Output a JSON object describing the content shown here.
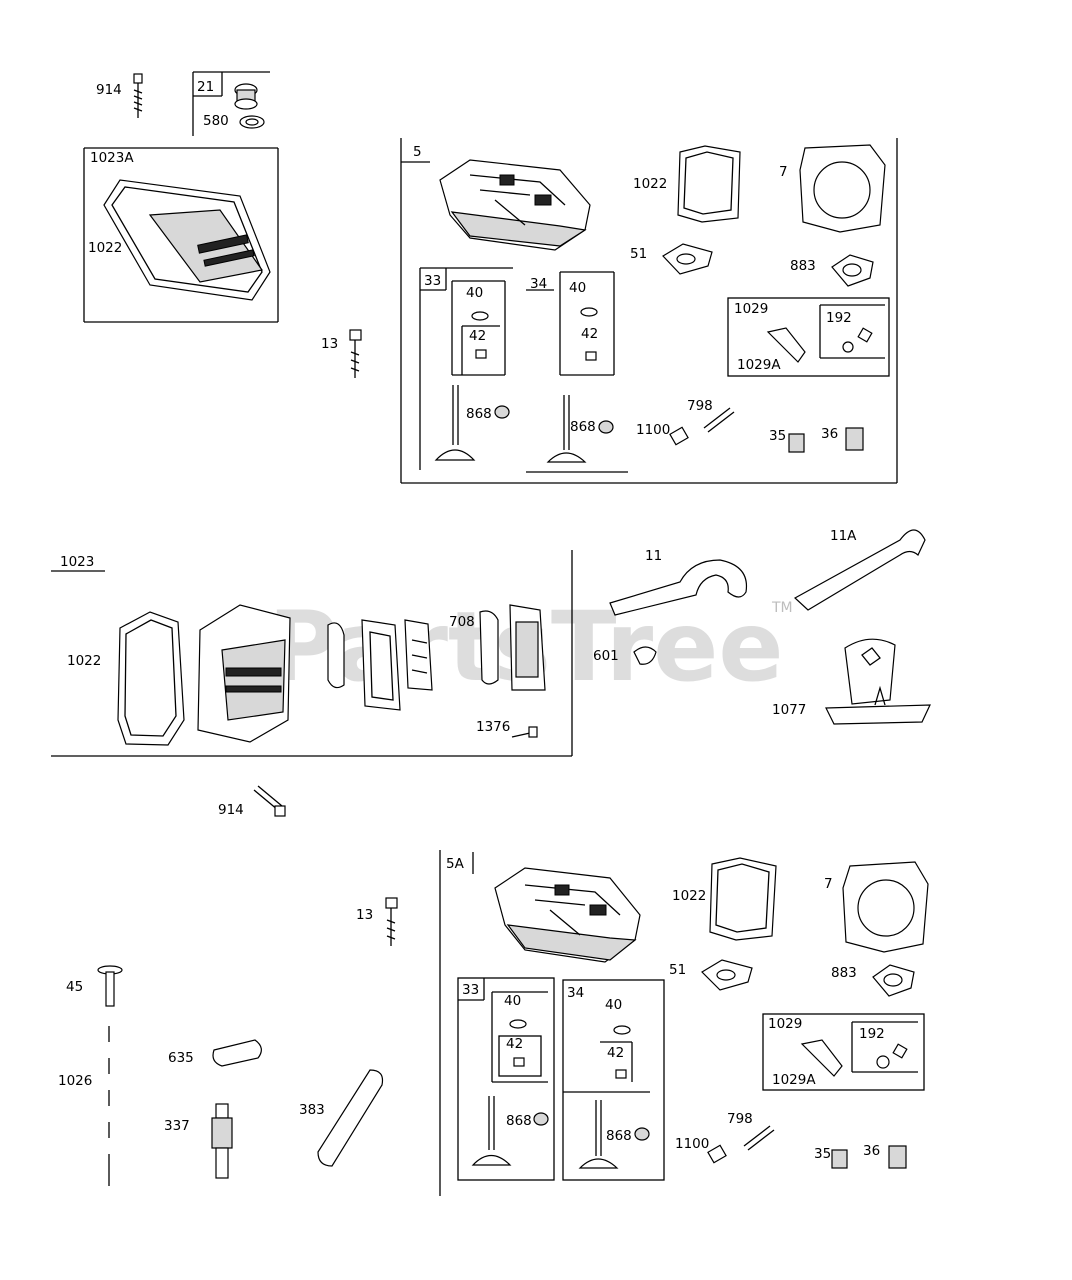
{
  "watermark": "PartsTree",
  "trademark": "TM",
  "labels": {
    "l914a": "914",
    "l21": "21",
    "l580": "580",
    "l1023A": "1023A",
    "l1022a": "1022",
    "l13a": "13",
    "l5": "5",
    "l1022b": "1022",
    "l7a": "7",
    "l51a": "51",
    "l883a": "883",
    "l33a": "33",
    "l40a": "40",
    "l42a": "42",
    "l34a": "34",
    "l40b": "40",
    "l42b": "42",
    "l1029a": "1029",
    "l192a": "192",
    "l1029Aa": "1029A",
    "l868a": "868",
    "l868b": "868",
    "l798a": "798",
    "l1100a": "1100",
    "l35a": "35",
    "l36a": "36",
    "l1023": "1023",
    "l1022c": "1022",
    "l708": "708",
    "l1376": "1376",
    "l11": "11",
    "l11A": "11A",
    "l601": "601",
    "l1077": "1077",
    "l914b": "914",
    "l13b": "13",
    "l45": "45",
    "l1026": "1026",
    "l635": "635",
    "l337": "337",
    "l383": "383",
    "l5A": "5A",
    "l1022d": "1022",
    "l7b": "7",
    "l51b": "51",
    "l883b": "883",
    "l33b": "33",
    "l40c": "40",
    "l42c": "42",
    "l34b": "34",
    "l40d": "40",
    "l42d": "42",
    "l1029b": "1029",
    "l192b": "192",
    "l1029Ab": "1029A",
    "l868c": "868",
    "l868d": "868",
    "l798b": "798",
    "l1100b": "1100",
    "l35b": "35",
    "l36b": "36"
  }
}
